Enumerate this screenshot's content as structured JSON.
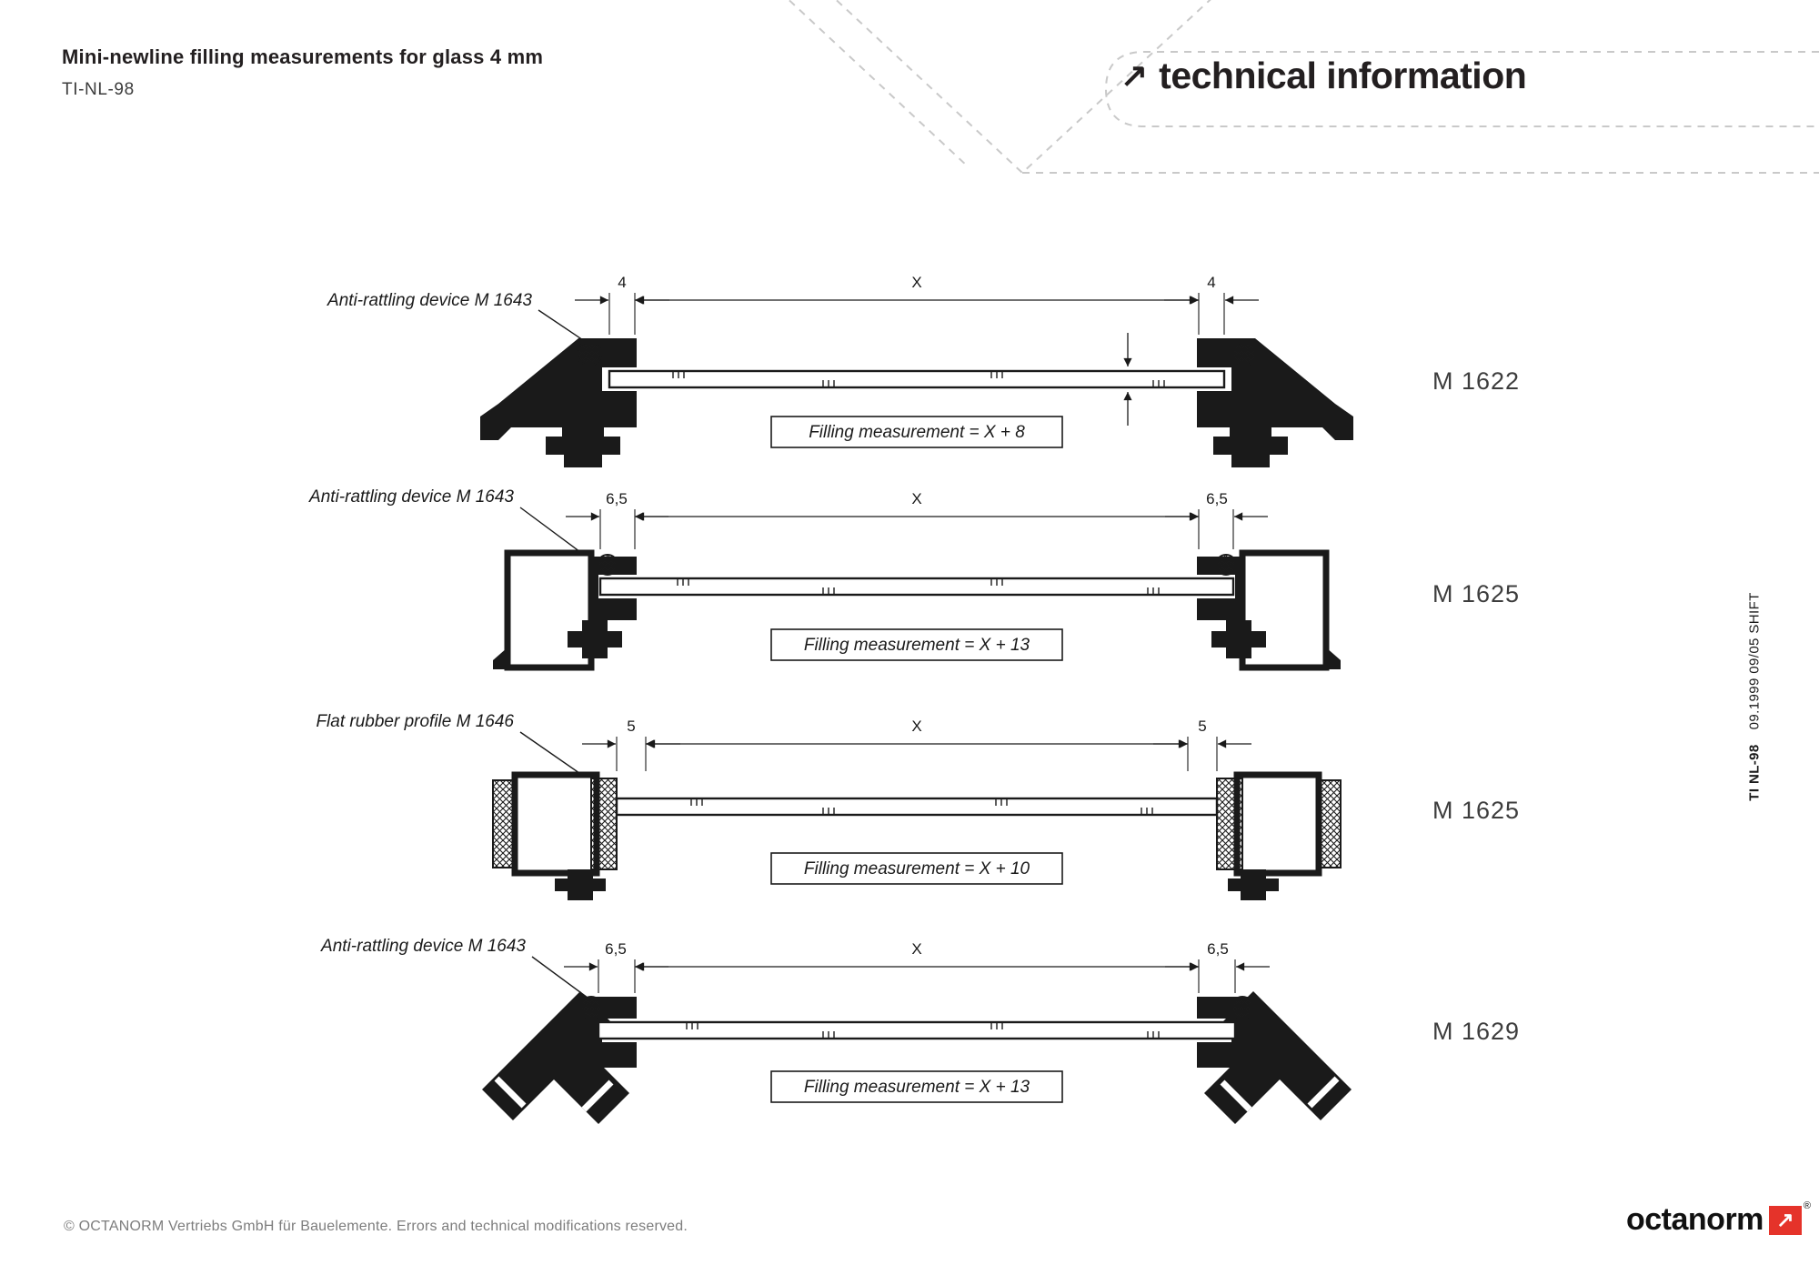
{
  "colors": {
    "ink": "#231f20",
    "brand_red": "#e5332a",
    "dash_gray": "#c9c9c9",
    "code_gray": "#3d3d3d"
  },
  "header": {
    "title": "Mini-newline filling measurements for glass 4 mm",
    "code": "TI-NL-98",
    "section_arrow": "↗",
    "section_title": "technical information"
  },
  "diagrams": [
    {
      "callout": "Anti-rattling device M 1643",
      "dim_left": "4",
      "dim_span": "X",
      "dim_right": "4",
      "filling": "Filling measurement = X + 8",
      "code": "M 1622"
    },
    {
      "callout": "Anti-rattling device M 1643",
      "dim_left": "6,5",
      "dim_span": "X",
      "dim_right": "6,5",
      "filling": "Filling measurement = X + 13",
      "code": "M 1625"
    },
    {
      "callout": "Flat rubber profile M 1646",
      "dim_left": "5",
      "dim_span": "X",
      "dim_right": "5",
      "filling": "Filling measurement = X + 10",
      "code": "M 1625"
    },
    {
      "callout": "Anti-rattling device M 1643",
      "dim_left": "6,5",
      "dim_span": "X",
      "dim_right": "6,5",
      "filling": "Filling measurement = X + 13",
      "code": "M 1629"
    }
  ],
  "side_note": {
    "doc": "TI NL-98",
    "info": "09.1999 09/05 SHIFT"
  },
  "footer": {
    "copyright": "© OCTANORM Vertriebs GmbH für Bauelemente. Errors and technical modifications reserved.",
    "brand": "octanorm",
    "mark_glyph": "↗",
    "registered": "®"
  }
}
